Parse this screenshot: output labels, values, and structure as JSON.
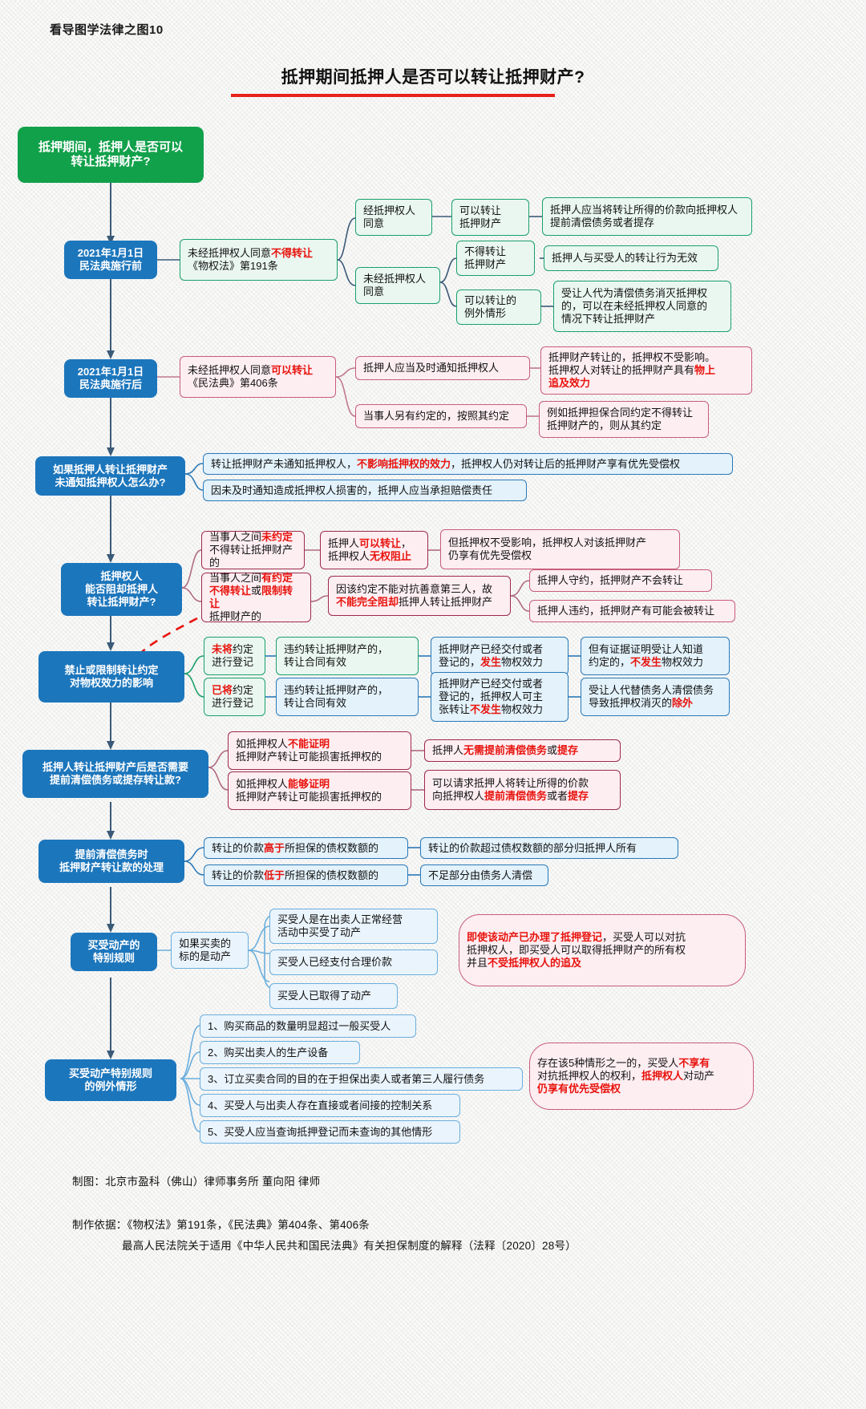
{
  "header": {
    "kicker": "看导图学法律之图10",
    "title": "抵押期间抵押人是否可以转让抵押财产?"
  },
  "root": {
    "label": "抵押期间，抵押人是否可以\n转让抵押财产?"
  },
  "branches": [
    {
      "id": "before-2021",
      "spine": "2021年1月1日\n民法典施行前",
      "rule_a": "未经抵押权人同意",
      "rule_b": "不得转让",
      "rule_c": "《物权法》第191条",
      "children": [
        {
          "label": "经抵押权人\n同意",
          "sub": [
            {
              "label": "可以转让\n抵押财产",
              "leaf": "抵押人应当将转让所得的价款向抵押权人\n提前清偿债务或者提存"
            }
          ]
        },
        {
          "label": "未经抵押权人\n同意",
          "sub": [
            {
              "label": "不得转让\n抵押财产",
              "leaf": "抵押人与买受人的转让行为无效"
            },
            {
              "label": "可以转让的\n例外情形",
              "leaf": "受让人代为清偿债务消灭抵押权\n的，可以在未经抵押权人同意的\n情况下转让抵押财产"
            }
          ]
        }
      ]
    },
    {
      "id": "after-2021",
      "spine": "2021年1月1日\n民法典施行后",
      "rule_a": "未经抵押权人同意",
      "rule_b": "可以转让",
      "rule_c": "《民法典》第406条",
      "children": [
        {
          "label": "抵押人应当及时通知抵押权人",
          "leaf_pre": "抵押财产转让的，抵押权不受影响。\n抵押权人对转让的抵押财产具有",
          "leaf_red": "物上\n追及效力"
        },
        {
          "label": "当事人另有约定的，按照其约定",
          "leaf": "例如抵押担保合同约定不得转让\n抵押财产的，则从其约定"
        }
      ]
    }
  ],
  "notify": {
    "spine": "如果抵押人转让抵押财产\n未通知抵押权人怎么办?",
    "items": [
      {
        "pre": "转让抵押财产未通知抵押权人，",
        "red": "不影响抵押权的效力",
        "post": "，抵押权人仍对转让后的抵押财产享有优先受偿权"
      },
      {
        "pre": "因未及时通知造成抵押权人损害的，抵押人应当承担赔偿责任",
        "red": "",
        "post": ""
      }
    ]
  },
  "block": {
    "spine": "抵押权人\n能否阻却抵押人\n转让抵押财产?",
    "rows": [
      {
        "cond_pre": "当事人之间",
        "cond_red": "未约定",
        "cond_post": "\n不得转让抵押财产的",
        "mid_pre": "抵押人",
        "mid_red": "可以转让",
        "mid_post": "，\n抵押权人",
        "mid_red2": "无权阻止",
        "leaves": [
          "但抵押权不受影响，抵押权人对该抵押财产\n仍享有优先受偿权"
        ]
      },
      {
        "cond_pre": "当事人之间",
        "cond_red": "有约定",
        "cond_post": "\n",
        "cond_red2": "不得转让",
        "cond_mid": "或",
        "cond_red3": "限制转让",
        "cond_tail": "\n抵押财产的",
        "mid_pre": "因该约定不能对抗善意第三人，故\n",
        "mid_red": "不能完全阻却",
        "mid_post": "抵押人转让抵押财产",
        "leaves": [
          "抵押人守约，抵押财产不会转让",
          "抵押人违约，抵押财产有可能会被转让"
        ]
      }
    ]
  },
  "registration": {
    "spine": "禁止或限制转让约定\n对物权效力的影响",
    "rows": [
      {
        "tag_red": "未将",
        "tag_rest": "约定\n进行登记",
        "contract": "违约转让抵押财产的，\n转让合同有效",
        "effect_pre": "抵押财产已经交付或者\n登记的，",
        "effect_red": "发生",
        "effect_post": "物权效力",
        "note_pre": "但有证据证明受让人知道\n约定的，",
        "note_red": "不发生",
        "note_post": "物权效力"
      },
      {
        "tag_red": "已将",
        "tag_rest": "约定\n进行登记",
        "contract": "违约转让抵押财产的，\n转让合同有效",
        "effect_pre": "抵押财产已经交付或者\n登记的，抵押权人可主\n张转让",
        "effect_red": "不发生",
        "effect_post": "物权效力",
        "note_pre": "受让人代替债务人清偿债务\n导致抵押权消灭的",
        "note_red": "除外",
        "note_post": ""
      }
    ]
  },
  "prepay": {
    "spine": "抵押人转让抵押财产后是否需要\n提前清偿债务或提存转让款?",
    "rows": [
      {
        "cond_pre": "如抵押权人",
        "cond_red": "不能证明",
        "cond_post": "\n抵押财产转让可能损害抵押权的",
        "leaf_pre": "抵押人",
        "leaf_red": "无需提前清偿债务",
        "leaf_mid": "或",
        "leaf_red2": "提存",
        "leaf_post": ""
      },
      {
        "cond_pre": "如抵押权人",
        "cond_red": "能够证明",
        "cond_post": "\n抵押财产转让可能损害抵押权的",
        "leaf_pre": "可以请求抵押人将转让所得的价款\n向抵押权人",
        "leaf_red": "提前清偿债务",
        "leaf_mid": "或者",
        "leaf_red2": "提存",
        "leaf_post": ""
      }
    ]
  },
  "proceeds": {
    "spine": "提前清偿债务时\n抵押财产转让款的处理",
    "rows": [
      {
        "cond_pre": "转让的价款",
        "cond_red": "高于",
        "cond_post": "所担保的债权数额的",
        "leaf": "转让的价款超过债权数额的部分归抵押人所有"
      },
      {
        "cond_pre": "转让的价款",
        "cond_red": "低于",
        "cond_post": "所担保的债权数额的",
        "leaf": "不足部分由债务人清偿"
      }
    ]
  },
  "movable": {
    "spine": "买受动产的\n特别规则",
    "cond": "如果买卖的\n标的是动产",
    "items": [
      "买受人是在出卖人正常经营\n活动中买受了动产",
      "买受人已经支付合理价款",
      "买受人已取得了动产"
    ],
    "result_red": "即使该动产已办理了抵押登记",
    "result_mid": "，买受人可以对抗\n抵押权人，即买受人可以取得抵押财产的所有权\n并且",
    "result_red2": "不受抵押权人的追及"
  },
  "exceptions": {
    "spine": "买受动产特别规则\n的例外情形",
    "items": [
      "1、购买商品的数量明显超过一般买受人",
      "2、购买出卖人的生产设备",
      "3、订立买卖合同的目的在于担保出卖人或者第三人履行债务",
      "4、买受人与出卖人存在直接或者间接的控制关系",
      "5、买受人应当查询抵押登记而未查询的其他情形"
    ],
    "result_pre": "存在该5种情形之一的，买受人",
    "result_red": "不享有",
    "result_mid": "\n对抗抵押权人的权利，",
    "result_red2": "抵押权人",
    "result_post": "对动产\n",
    "result_red3": "仍享有优先受偿权"
  },
  "footer": {
    "line1": "制图：北京市盈科（佛山）律师事务所 董向阳 律师",
    "line2": "制作依据：《物权法》第191条，《民法典》第404条、第406条",
    "line3": "最高人民法院关于适用《中华人民共和国民法典》有关担保制度的解释（法释〔2020〕28号）"
  }
}
